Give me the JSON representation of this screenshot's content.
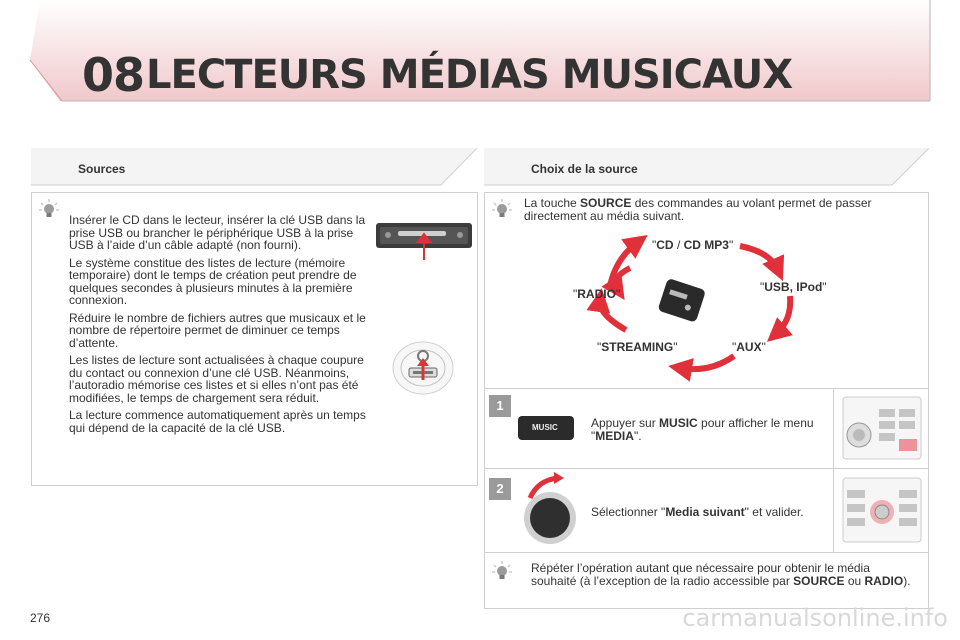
{
  "header": {
    "chapter_number": "08",
    "chapter_title": "LECTEURS MÉDIAS MUSICAUX"
  },
  "left": {
    "heading": "Sources",
    "paragraphs": [
      "Insérer le CD dans le lecteur, insérer la clé USB dans la prise USB ou brancher le périphérique USB à la prise USB à l’aide d’un câble adapté (non fourni).",
      "Le système constitue des listes de lecture (mémoire temporaire) dont le temps de création peut prendre de quelques secondes à plusieurs minutes à la première connexion.",
      "Réduire le nombre de fichiers autres que musicaux et le nombre de répertoire permet de diminuer ce temps d’attente.",
      "Les listes de lecture sont actualisées à chaque coupure du contact ou connexion d’une clé USB. Néanmoins, l’autoradio mémorise ces listes et si elles n’ont pas été modifiées, le temps de chargement sera réduit.",
      "La lecture commence automatiquement après un temps qui dépend de la capacité de la clé USB."
    ]
  },
  "right": {
    "heading": "Choix de la source",
    "intro_before": "La touche ",
    "intro_bold": "SOURCE",
    "intro_after": " des commandes au volant permet de passer directement au média suivant.",
    "cycle": {
      "cd_a": "CD",
      "cd_sep": " / ",
      "cd_b": "CD MP3",
      "usb": "USB, IPod",
      "aux": "AUX",
      "streaming": "STREAMING",
      "radio": "RADIO",
      "quote": "\""
    },
    "step1": {
      "number": "1",
      "button_label": "MUSIC",
      "before": "Appuyer sur ",
      "bold": "MUSIC",
      "middle": " pour afficher le menu \"",
      "bold2": "MEDIA",
      "after": "\"."
    },
    "step2": {
      "number": "2",
      "before": "Sélectionner \"",
      "bold": "Media suivant",
      "after": "\" et valider."
    },
    "footer_before": "Répéter l’opération autant que nécessaire pour obtenir le média souhaité (à l’exception de la radio accessible par ",
    "footer_bold1": "SOURCE",
    "footer_mid": " ou ",
    "footer_bold2": "RADIO",
    "footer_after": ")."
  },
  "page_number": "276",
  "watermark": "carmanualsonline.info",
  "colors": {
    "accent_red": "#e0303a",
    "header_pink": "#f2d4d6",
    "badge_grey": "#9a9a9a"
  }
}
